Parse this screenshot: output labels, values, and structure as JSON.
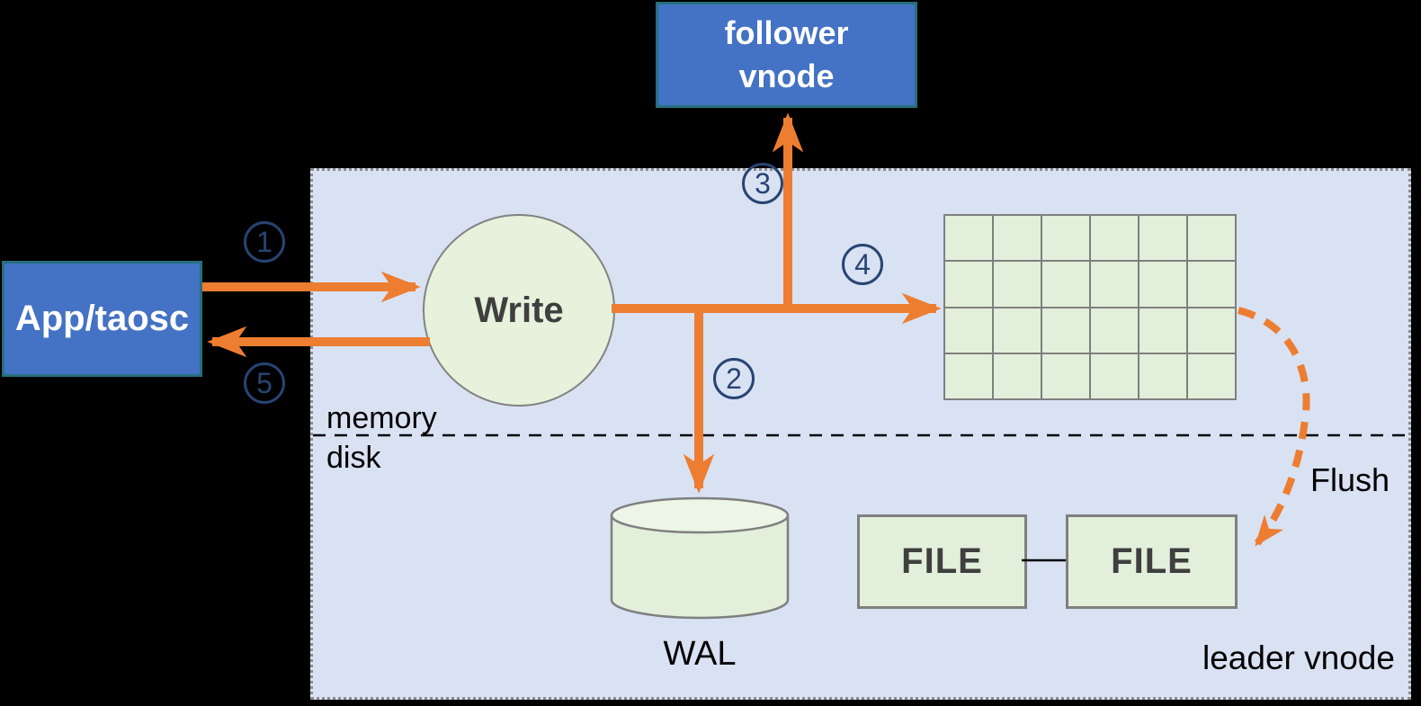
{
  "nodes": {
    "follower_vnode": "follower\nvnode",
    "app_taosc": "App/taosc",
    "write": "Write",
    "wal": "WAL",
    "file_left": "FILE",
    "file_right": "FILE"
  },
  "labels": {
    "memory": "memory",
    "disk": "disk",
    "flush": "Flush",
    "leader_vnode": "leader vnode"
  },
  "steps": [
    "1",
    "2",
    "3",
    "4",
    "5"
  ],
  "grid": {
    "rows": 4,
    "cols": 6
  },
  "arrows": [
    {
      "step": "1",
      "from": "App/taosc",
      "to": "Write"
    },
    {
      "step": "2",
      "from": "Write",
      "to": "WAL"
    },
    {
      "step": "3",
      "from": "Write",
      "to": "follower vnode"
    },
    {
      "step": "4",
      "from": "Write",
      "to": "memory table"
    },
    {
      "step": "5",
      "from": "Write",
      "to": "App/taosc"
    },
    {
      "step": "Flush",
      "from": "memory table",
      "to": "FILE",
      "style": "dashed"
    }
  ],
  "colors": {
    "background": "#000000",
    "container_fill": "#D9E2F3",
    "container_border": "#8C8C8C",
    "node_blue": "#4472C4",
    "node_blue_border": "#26707E",
    "shape_green": "#E2EFDA",
    "shape_border_gray": "#7F7F7F",
    "arrow_orange": "#ED7D31",
    "step_navy": "#274472",
    "dark_text": "#3F3F3F"
  }
}
